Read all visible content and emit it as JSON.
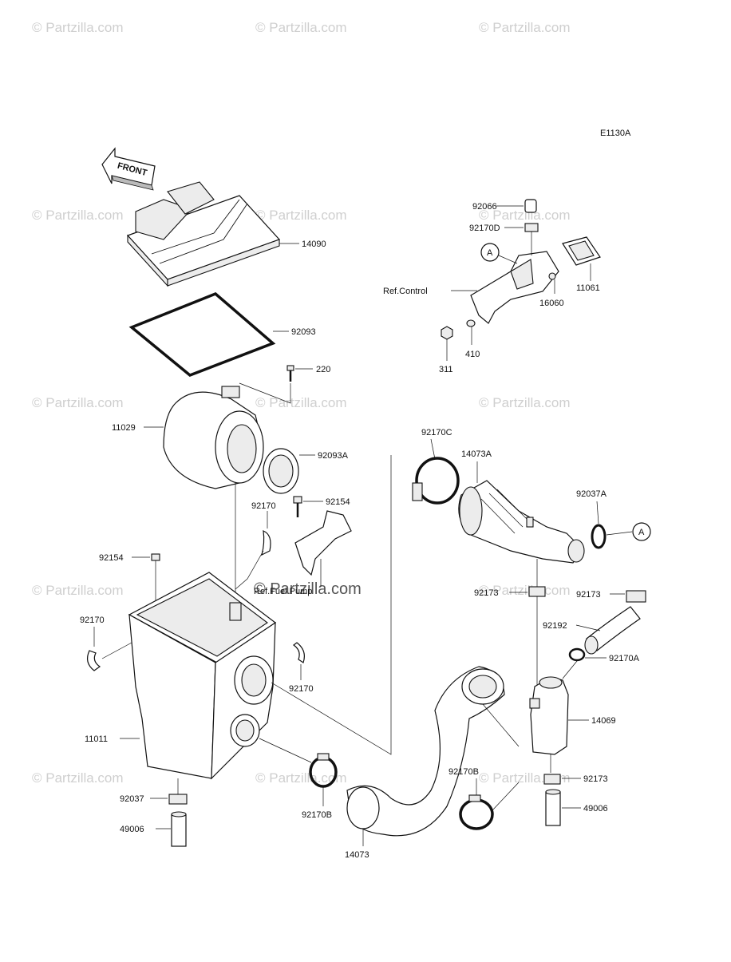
{
  "diagram_code": "E1130A",
  "front_arrow_label": "FRONT",
  "watermark_text": "© Partzilla.com",
  "watermark_center_text": "© Partzilla.com",
  "note_ref_control": "Ref.Control",
  "note_fuel_pump": "Ref.Fuel Pump",
  "callout_a": "A",
  "parts": {
    "p14090": "14090",
    "p92093": "92093",
    "p220": "220",
    "p11029": "11029",
    "p92093A": "92093A",
    "p92170_mid": "92170",
    "p92154_right": "92154",
    "p92154_left": "92154",
    "p92170_left": "92170",
    "p92170_lower": "92170",
    "p11011": "11011",
    "p92037": "92037",
    "p49006_left": "49006",
    "p92170B_left": "92170B",
    "p14073": "14073",
    "p92170B_right": "92170B",
    "p92066": "92066",
    "p92170D": "92170D",
    "p11061": "11061",
    "p16060": "16060",
    "p410": "410",
    "p311": "311",
    "p92170C": "92170C",
    "p14073A": "14073A",
    "p92037A": "92037A",
    "p92173_a": "92173",
    "p92173_b": "92173",
    "p92192": "92192",
    "p92170A": "92170A",
    "p14069": "14069",
    "p92173_c": "92173",
    "p49006_right": "49006"
  }
}
